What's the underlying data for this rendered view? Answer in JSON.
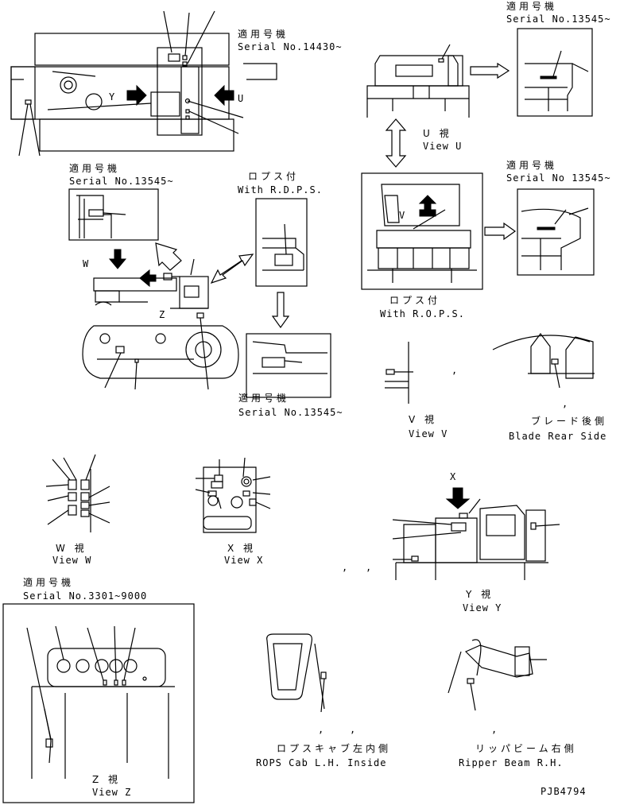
{
  "labels": {
    "serial_a_jp": "適用号機",
    "serial_a": "Serial No.14430~",
    "serial_b_jp": "適用号機",
    "serial_b": "Serial No.13545~",
    "serial_c_jp": "適用号機",
    "serial_c": "Serial No 13545~",
    "serial_d_jp": "適用号機",
    "serial_d": "Serial No.13545~",
    "serial_e_jp": "適用号機",
    "serial_e": "Serial No.13545~",
    "serial_f_jp": "適用号機",
    "serial_f": "Serial No.3301~9000",
    "rdps_jp": "ロプス付",
    "rdps_en": "With R.D.P.S.",
    "rops_jp": "ロプス付",
    "rops_en": "With R.O.P.S.",
    "view_u_jp": "U 視",
    "view_u_en": "View U",
    "view_v_jp": "V 視",
    "view_v_en": "View V",
    "view_w_jp": "W 視",
    "view_w_en": "View W",
    "view_x_jp": "X 視",
    "view_x_en": "View X",
    "view_y_jp": "Y 視",
    "view_y_en": "View Y",
    "view_z_jp": "Z 視",
    "view_z_en": "View Z",
    "blade_jp": "ブレード後側",
    "blade_en": "Blade Rear Side",
    "rops_cab_jp": "ロプスキャブ左内側",
    "rops_cab_en": "ROPS Cab L.H. Inside",
    "ripper_jp": "リッパビーム右側",
    "ripper_en": "Ripper Beam R.H.",
    "letter_y": "Y",
    "letter_u": "U",
    "letter_w": "W",
    "letter_z": "Z",
    "letter_v": "V",
    "letter_x": "X",
    "drawing_no": "PJB4794"
  }
}
